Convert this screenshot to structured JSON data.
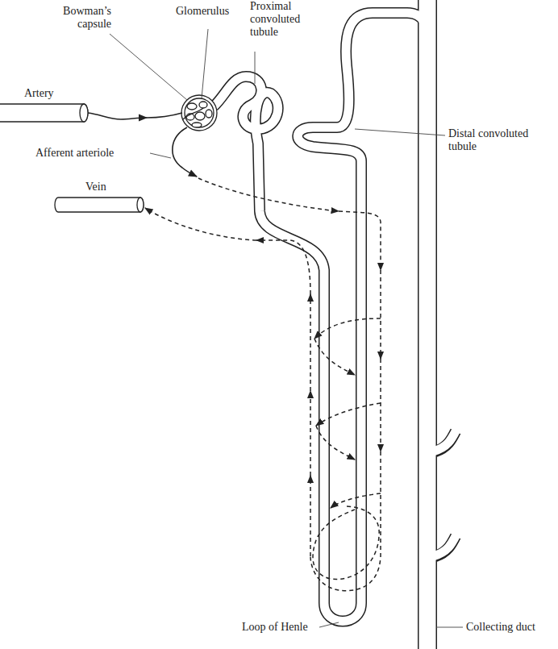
{
  "diagram": {
    "labels": [
      "Bowman’s capsule",
      "Glomerulus",
      "Proximal convoluted tubule",
      "Artery",
      "Distal convoluted tubule",
      "Afferent arteriole",
      "Vein",
      "Loop of Henle",
      "Collecting duct"
    ]
  }
}
